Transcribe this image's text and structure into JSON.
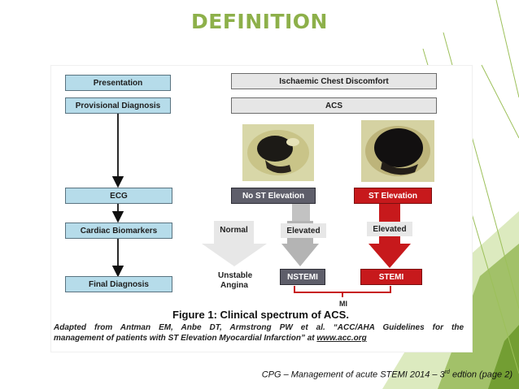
{
  "title": "DEFINITION",
  "left_flow": {
    "presentation": "Presentation",
    "provisional_diagnosis": "Provisional Diagnosis",
    "ecg": "ECG",
    "cardiac_biomarkers": "Cardiac Biomarkers",
    "final_diagnosis": "Final Diagnosis"
  },
  "right_flow": {
    "ischaemic": "Ischaemic Chest Discomfort",
    "acs": "ACS",
    "no_st": "No ST Elevation",
    "st": "ST Elevation",
    "normal": "Normal",
    "elevated_1": "Elevated",
    "elevated_2": "Elevated",
    "unstable_angina_l1": "Unstable",
    "unstable_angina_l2": "Angina",
    "nstemi": "NSTEMI",
    "stemi": "STEMI",
    "mi": "MI"
  },
  "caption": {
    "title": "Figure 1: Clinical spectrum of ACS.",
    "line1": "Adapted from Antman EM, Anbe DT, Armstrong PW et al. “ACC/AHA Guidelines for the",
    "line2_prefix": "management of patients with ST Elevation Myocardial Infarction” at ",
    "line2_link": "www.acc.org"
  },
  "footer": {
    "prefix": "CPG – Management of acute STEMI 2014 – 3",
    "superscript": "rd",
    "suffix": " edtion (page 2)"
  },
  "colors": {
    "title_green": "#8DB04A",
    "box_blue": "#B6DCEA",
    "stemi_red": "#C7191C",
    "no_st_grey": "#5E5E6A"
  }
}
